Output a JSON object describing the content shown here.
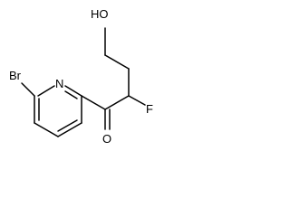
{
  "molecule": {
    "atoms": {
      "br": {
        "symbol": "Br"
      },
      "n": {
        "symbol": "N"
      },
      "f": {
        "symbol": "F"
      },
      "o_ketone": {
        "symbol": "O"
      },
      "oh": {
        "symbol": "HO"
      }
    }
  },
  "colors": {
    "bond": "#000000",
    "text": "#000000",
    "background": "#ffffff"
  }
}
